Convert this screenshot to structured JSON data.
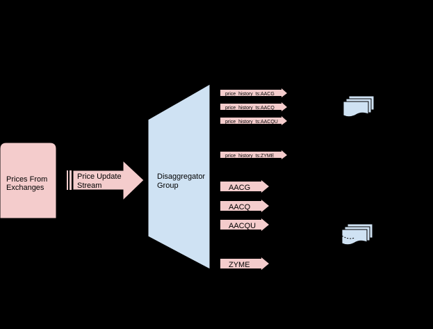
{
  "source": {
    "line1": "Prices From",
    "line2": "Exchanges",
    "fill": "#f4cccc"
  },
  "stream": {
    "line1": "Price Update",
    "line2": "Stream",
    "fill": "#f4cccc"
  },
  "disaggregator": {
    "line1": "Disaggregator",
    "line2": "Group",
    "fill": "#cfe2f3"
  },
  "history_outputs": [
    {
      "label": "price_history_ts:AACG"
    },
    {
      "label": "price_history_ts:AACQ"
    },
    {
      "label": "price_history_ts:AACQU"
    },
    {
      "label": "price_history_ts:ZYME"
    }
  ],
  "ticker_outputs": [
    {
      "label": "AACG"
    },
    {
      "label": "AACQ"
    },
    {
      "label": "AACQU"
    },
    {
      "label": "ZYME"
    }
  ],
  "icons": {
    "top": "document-stack-icon",
    "bottom": "document-stack-icon",
    "fill": "#cfe2f3"
  },
  "colors": {
    "background": "#000000",
    "pink": "#f4cccc",
    "blue": "#cfe2f3"
  }
}
